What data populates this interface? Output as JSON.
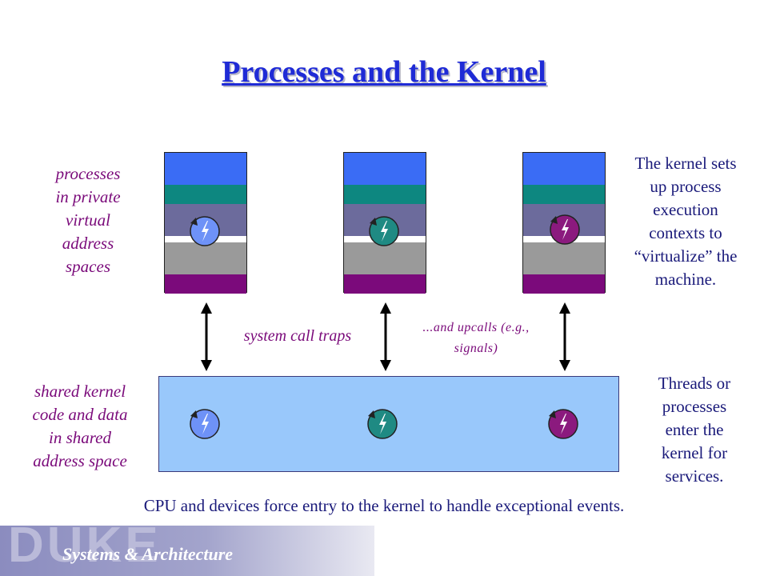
{
  "slide": {
    "title": "Processes and the Kernel",
    "left_top_label": [
      "processes",
      "in private",
      "virtual",
      "address",
      "spaces"
    ],
    "right_top_label": [
      "The kernel sets",
      "up process",
      "execution",
      "contexts to",
      "“virtualize” the",
      "machine."
    ],
    "syscall_label": "system call traps",
    "upcall_label": [
      "...and upcalls (e.g.,",
      "signals)"
    ],
    "left_bottom_label": [
      "shared kernel",
      "code and data",
      "in shared",
      "address space"
    ],
    "right_bottom_label": [
      "Threads or",
      "processes",
      "enter the",
      "kernel for",
      "services."
    ],
    "caption": "CPU and devices force entry to the kernel to handle exceptional events.",
    "banner_logo": "DUKE",
    "banner_text": "Systems & Architecture"
  },
  "colors": {
    "title": "#1f2bd6",
    "thread_colors": [
      "#6e92f7",
      "#1f8a83",
      "#8b1a7e"
    ],
    "stack_segments": [
      "#3a6cf5",
      "#0d8780",
      "#6c6b9c",
      "#ffffff",
      "#9a9a9a",
      "#7b0a7b"
    ],
    "kernel_box": "#99c8fb"
  },
  "icons": {
    "thread": "lightning-bolt-in-circle",
    "arrow": "double-headed-vertical-arrow"
  }
}
